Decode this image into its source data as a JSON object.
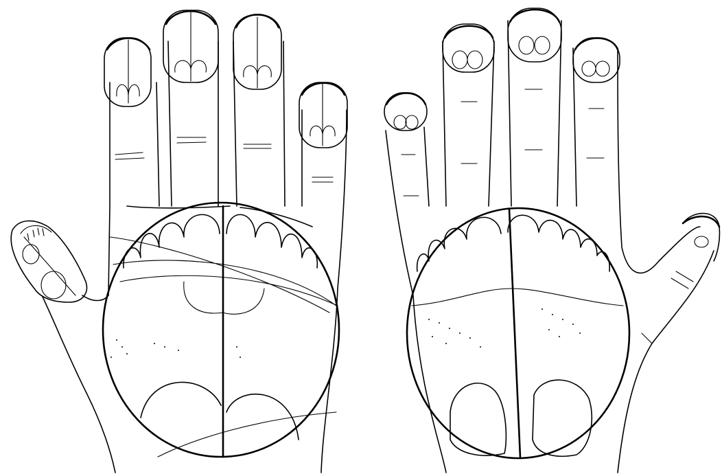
{
  "figure": {
    "ink_color": "#000000",
    "background_color": "#ffffff",
    "subject": "hand-reflexology-map",
    "hands": [
      {
        "id": "palm-hand",
        "side": "left",
        "regions": [
          "foot-sole-map",
          "toes",
          "heel-pads"
        ]
      },
      {
        "id": "back-hand",
        "side": "right",
        "regions": [
          "foot-sole-map",
          "toes",
          "heel-pads"
        ]
      }
    ]
  }
}
